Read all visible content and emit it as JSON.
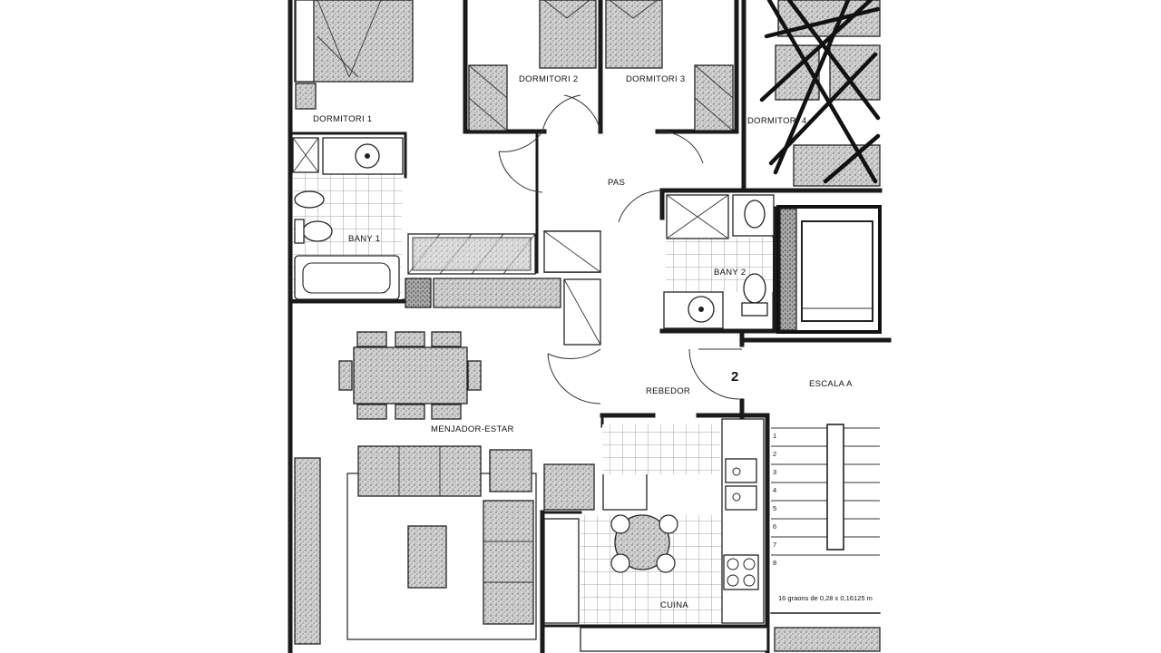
{
  "rooms": {
    "dormitori1": "DORMITORI 1",
    "dormitori2": "DORMITORI 2",
    "dormitori3": "DORMITORI 3",
    "dormitori4": "DORMITORI 4",
    "pas": "PAS",
    "bany1": "BANY 1",
    "bany2": "BANY 2",
    "rebedor": "REBEDOR",
    "menjador_estar": "MENJADOR-ESTAR",
    "cuina": "CUINA",
    "escala": "ESCALA A"
  },
  "unit_number": "2",
  "stair_steps": [
    "1",
    "2",
    "3",
    "4",
    "5",
    "6",
    "7",
    "8"
  ],
  "stair_note": "16 graons de 0,28 x 0,16125 m"
}
